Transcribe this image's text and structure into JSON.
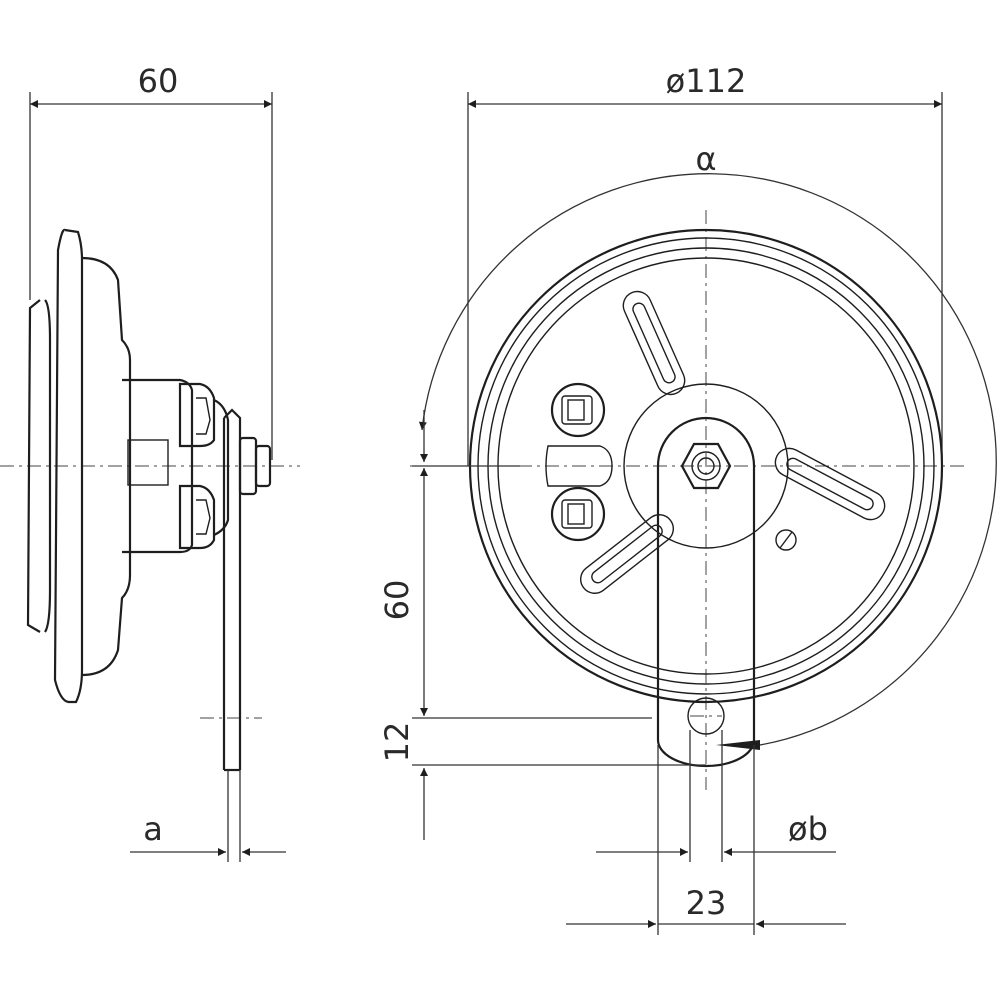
{
  "drawing": {
    "side_view": {
      "depth_label": "60",
      "thickness_label": "a"
    },
    "front_view": {
      "diameter_label": "ø112",
      "angle_label": "α",
      "mount_offset_label": "60",
      "slot_length_label": "12",
      "hole_diameter_label": "øb",
      "bracket_width_label": "23"
    }
  }
}
